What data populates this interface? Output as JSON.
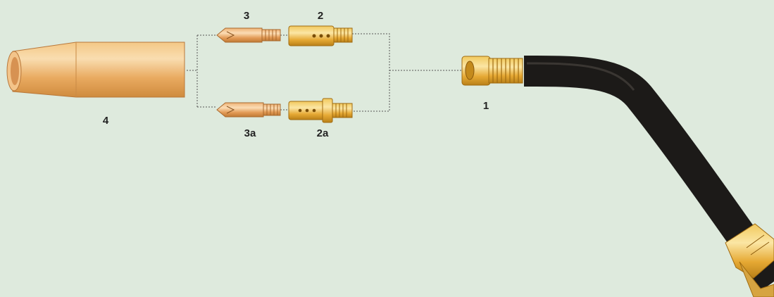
{
  "labels": {
    "gooseneck": "1",
    "diffuser": "2",
    "diffuser_alt": "2a",
    "contact_tip": "3",
    "contact_tip_alt": "3a",
    "nozzle": "4"
  },
  "colors": {
    "background": "#deeadd",
    "brass": "#e9b23f",
    "brass_light": "#f7d98a",
    "brass_dark": "#b8801a",
    "copper": "#e8a765",
    "copper_light": "#f6cf9d",
    "cable": "#1c1a18",
    "connector_line": "#555555"
  }
}
